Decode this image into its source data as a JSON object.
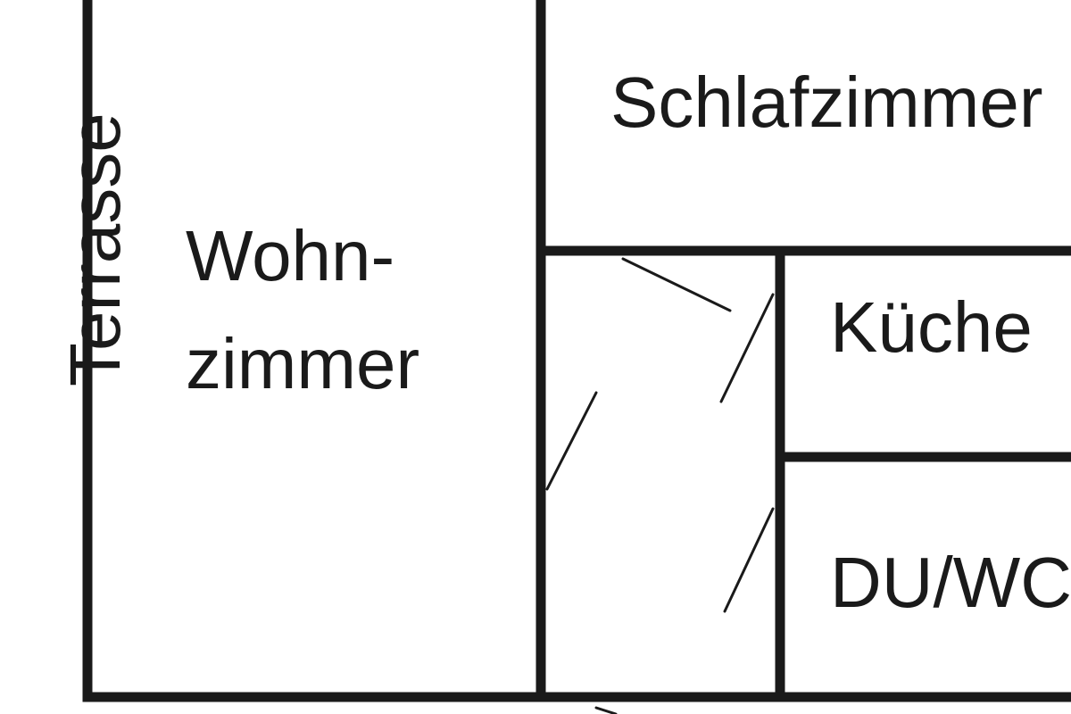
{
  "floor_plan": {
    "colors": {
      "wall": "#1a1a1a",
      "background": "#ffffff"
    },
    "rooms": {
      "terrasse": {
        "label": "Terrasse"
      },
      "wohnzimmer": {
        "label_line1": "Wohn-",
        "label_line2": "zimmer"
      },
      "schlafzimmer": {
        "label": "Schlafzimmer"
      },
      "kueche": {
        "label": "Küche"
      },
      "du_wc": {
        "label": "DU/WC"
      }
    }
  }
}
